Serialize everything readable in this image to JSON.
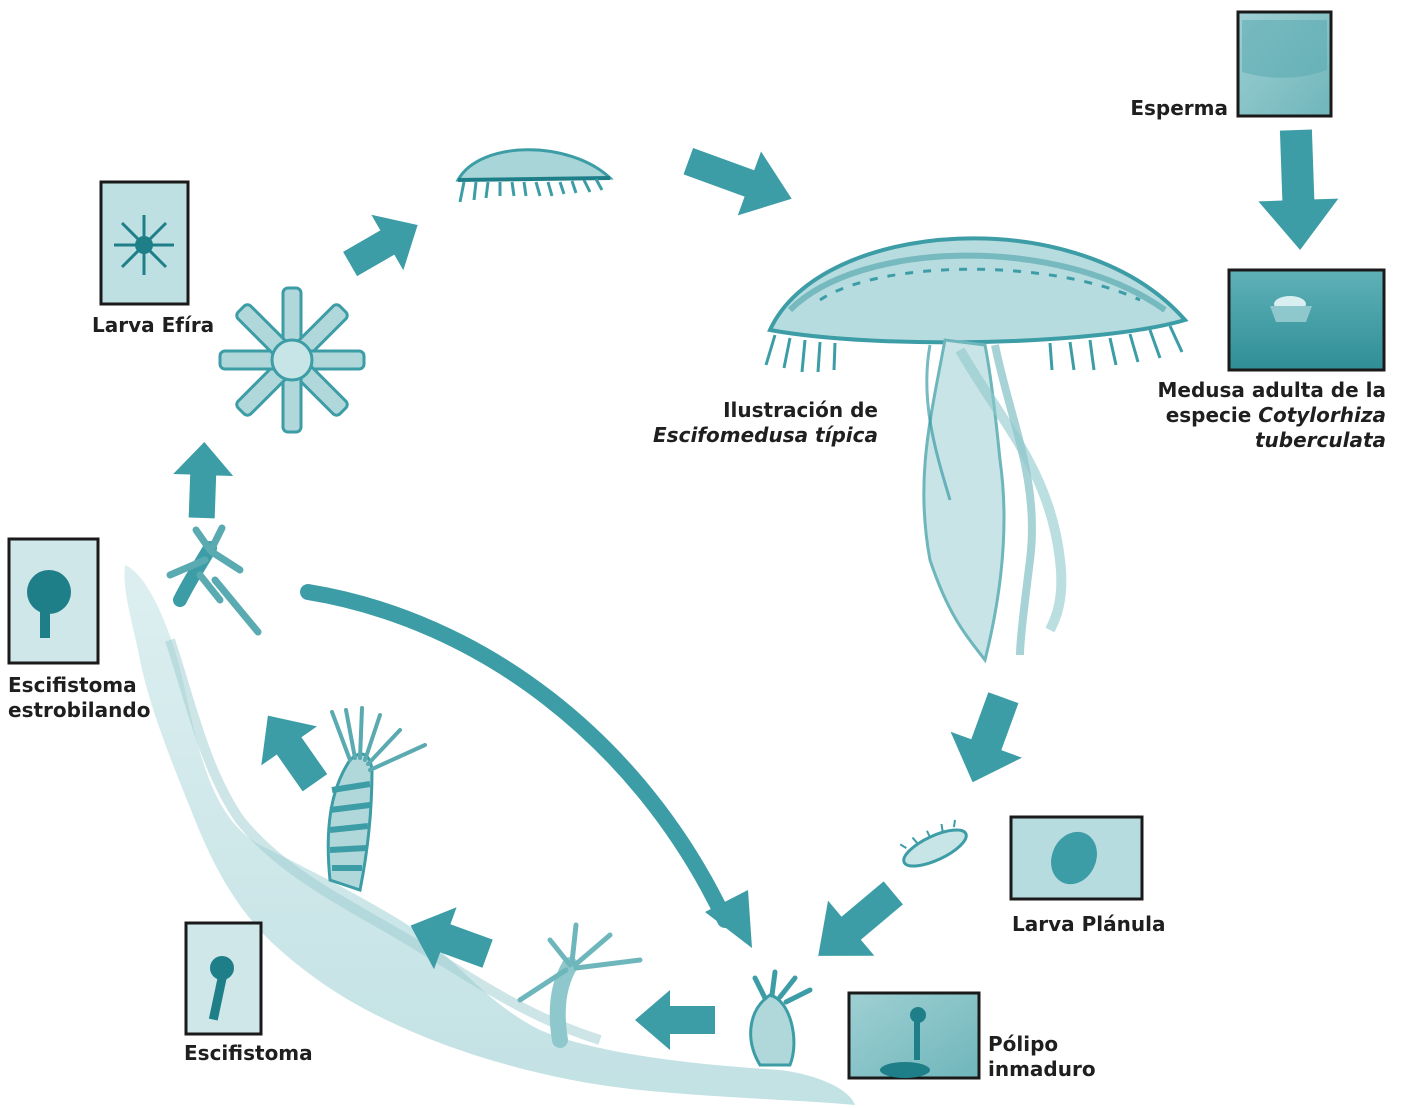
{
  "colors": {
    "teal": "#3d9da6",
    "teal_dark": "#1f7f89",
    "teal_light": "#a9d3d6",
    "photo_bg": "#8ec8cc",
    "frame": "#1a1a1a",
    "label": "#1f1f1f"
  },
  "labels": {
    "esperma": "Esperma",
    "medusa_line1": "Medusa adulta de la",
    "medusa_line2_plain": "especie ",
    "medusa_line2_italic": "Cotylorhiza",
    "medusa_line3_italic": "tuberculata",
    "ilustracion_line1": "Ilustración de",
    "ilustracion_line2_italic": "Escifomedusa típica",
    "larva_efira": "Larva Efíra",
    "escifistoma_estrob_line1": "Escifistoma",
    "escifistoma_estrob_line2": "estrobilando",
    "larva_planula": "Larva Plánula",
    "polipo_line1": "Pólipo",
    "polipo_line2": "inmaduro",
    "escifistoma": "Escifistoma"
  },
  "stages": [
    {
      "name": "esperma",
      "icon": "sperm-photo"
    },
    {
      "name": "medusa-adulta",
      "icon": "adult-medusa-photo"
    },
    {
      "name": "escifomedusa-tipica",
      "icon": "jellyfish-illustration"
    },
    {
      "name": "larva-planula",
      "icon": "planula-photo"
    },
    {
      "name": "polipo-inmaduro",
      "icon": "polyp-photo"
    },
    {
      "name": "escifistoma",
      "icon": "scyphistoma-photo"
    },
    {
      "name": "escifistoma-estrobilando",
      "icon": "strobilating-photo"
    },
    {
      "name": "larva-efira",
      "icon": "ephyra-photo"
    }
  ]
}
